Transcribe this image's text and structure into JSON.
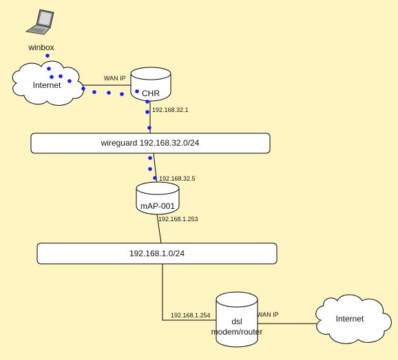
{
  "colors": {
    "background": "#fff5c2",
    "tunnel_dot": "#1a1aff"
  },
  "icons": {
    "laptop": "laptop-icon"
  },
  "nodes": {
    "laptop": {
      "label": "winbox"
    },
    "internet_top": {
      "label": "Internet"
    },
    "chr": {
      "label": "CHR"
    },
    "wireguard_net": {
      "label": "wireguard 192.168.32.0/24"
    },
    "map001": {
      "label": "mAP-001"
    },
    "lan_net": {
      "label": "192.168.1.0/24"
    },
    "dsl": {
      "label_line1": "dsl",
      "label_line2": "modem/router"
    },
    "internet_bottom": {
      "label": "Internet"
    }
  },
  "edge_labels": {
    "chr_wan": "WAN IP",
    "chr_wg": "192.168.32.1",
    "map_wg": "192.168.32.5",
    "map_lan": "192.168.1.253",
    "dsl_lan": "192.168.1.254",
    "dsl_wan": "WAN IP"
  }
}
